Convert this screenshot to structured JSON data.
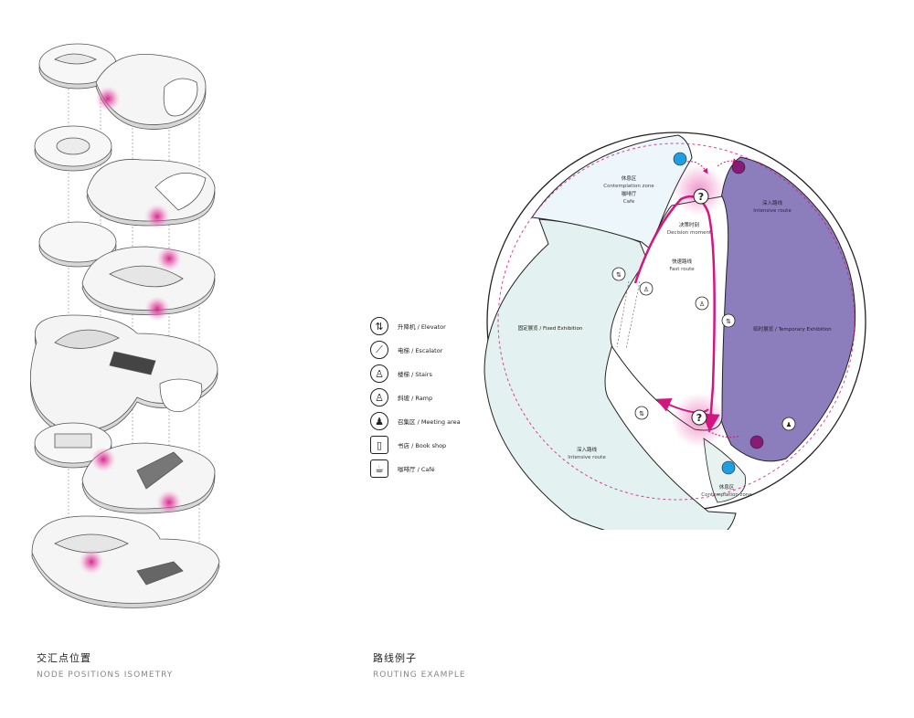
{
  "iso_caption": {
    "zh": "交汇点位置",
    "en": "NODE POSITIONS ISOMETRY"
  },
  "routing_caption": {
    "zh": "路线例子",
    "en": "ROUTING EXAMPLE"
  },
  "legend": [
    {
      "icon": "elevator-icon",
      "glyph": "⇅",
      "zh": "升降机",
      "en": "Elevator"
    },
    {
      "icon": "escalator-icon",
      "glyph": "⟋",
      "zh": "电梯",
      "en": "Escalator"
    },
    {
      "icon": "stairs-icon",
      "glyph": "♙",
      "zh": "楼梯",
      "en": "Stairs"
    },
    {
      "icon": "ramp-icon",
      "glyph": "♙",
      "zh": "斜坡",
      "en": "Ramp"
    },
    {
      "icon": "meeting-area-icon",
      "glyph": "♟",
      "zh": "召集区",
      "en": "Meeting area"
    },
    {
      "icon": "book-shop-icon",
      "glyph": "▯",
      "zh": "书店",
      "en": "Book shop"
    },
    {
      "icon": "cafe-icon",
      "glyph": "☕",
      "zh": "咖啡厅",
      "en": "Café"
    }
  ],
  "plan": {
    "contemplation_top": {
      "zh": "休息区",
      "en": "Contemplation zone"
    },
    "cafe": {
      "zh": "咖啡厅",
      "en": "Cafe"
    },
    "decision": {
      "zh": "决策时刻",
      "en": "Decision moment"
    },
    "fast_route": {
      "zh": "快速路线",
      "en": "Fast route"
    },
    "intensive_top": {
      "zh": "深入路线",
      "en": "Intensive route"
    },
    "fixed_exhibition": {
      "zh": "固定展览",
      "en": "Fixed Exhibition"
    },
    "temporary_exhibition": {
      "zh": "临时展览",
      "en": "Temporary Exhibition"
    },
    "intensive_bottom": {
      "zh": "深入路线",
      "en": "Intensive route"
    },
    "contemplation_bottom": {
      "zh": "休息区",
      "en": "Contemplation zone"
    },
    "question_mark": "?"
  },
  "colors": {
    "magenta": "#d4157f",
    "purple_zone": "#8c7dbc",
    "cyan_node": "#1f9fe0",
    "purple_node": "#8a1a78",
    "mint_zone": "#e3f2f0",
    "pink_glow": "#e43fa0"
  }
}
